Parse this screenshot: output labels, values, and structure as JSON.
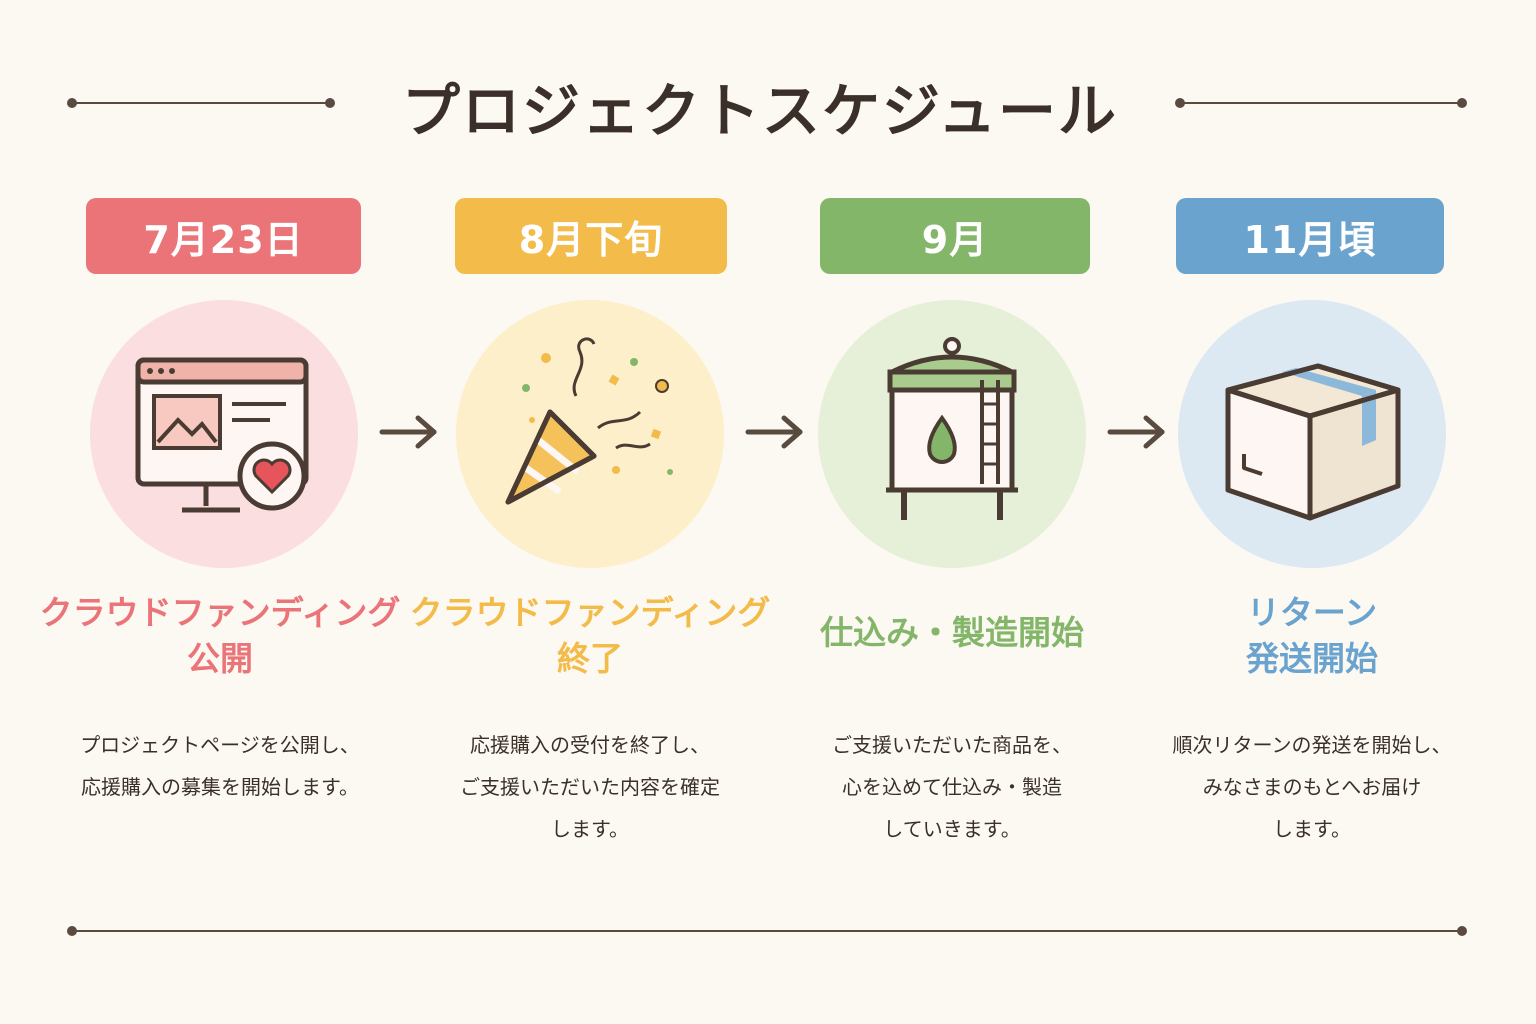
{
  "title": "プロジェクトスケジュール",
  "colors": {
    "step1": "#ea7478",
    "step2": "#f2bb4a",
    "step3": "#84b66a",
    "step4": "#6aa3ce",
    "step1_bg": "#fbdfe0",
    "step2_bg": "#fcefc9",
    "step3_bg": "#e6f0d8",
    "step4_bg": "#dde9f2"
  },
  "steps": [
    {
      "date": "7月23日",
      "heading_line1": "クラウドファンディング",
      "heading_line2": "公開",
      "icon": "website-heart-icon",
      "desc_line1": "プロジェクトページを公開し、",
      "desc_line2": "応援購入の募集を開始します。",
      "desc_line3": ""
    },
    {
      "date": "8月下旬",
      "heading_line1": "クラウドファンディング",
      "heading_line2": "終了",
      "icon": "party-popper-icon",
      "desc_line1": "応援購入の受付を終了し、",
      "desc_line2": "ご支援いただいた内容を確定",
      "desc_line3": "します。"
    },
    {
      "date": "9月",
      "heading_line1": "仕込み・製造開始",
      "heading_line2": "",
      "icon": "brewing-tank-icon",
      "desc_line1": "ご支援いただいた商品を、",
      "desc_line2": "心を込めて仕込み・製造",
      "desc_line3": "していきます。"
    },
    {
      "date": "11月頃",
      "heading_line1": "リターン",
      "heading_line2": "発送開始",
      "icon": "package-box-icon",
      "desc_line1": "順次リターンの発送を開始し、",
      "desc_line2": "みなさまのもとへお届け",
      "desc_line3": "します。"
    }
  ]
}
